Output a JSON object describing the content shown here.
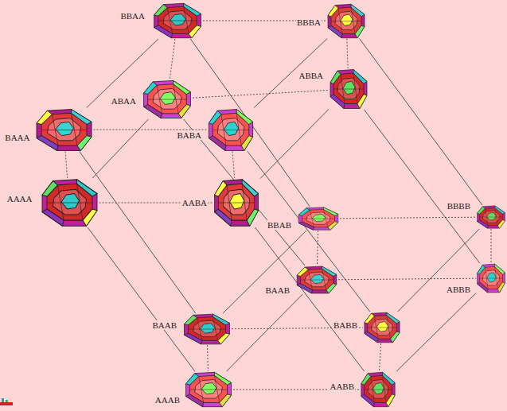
{
  "diagram": {
    "nodes": [
      {
        "text": [
          "BBAA"
        ]
      },
      {
        "text": [
          "BBBA"
        ]
      },
      {
        "text": [
          "ABAA"
        ]
      },
      {
        "text": [
          "ABBA"
        ]
      },
      {
        "text": [
          "BAAA"
        ]
      },
      {
        "text": [
          "BABA"
        ]
      },
      {
        "text": [
          "AAAA"
        ]
      },
      {
        "text": [
          "AABA"
        ]
      },
      {
        "text": [
          "BBAB"
        ]
      },
      {
        "text": [
          "BBBB"
        ]
      },
      {
        "text": [
          "BAAB"
        ]
      },
      {
        "text": [
          "ABBB"
        ]
      },
      {
        "text": [
          "BAAB"
        ]
      },
      {
        "text": [
          "BABB"
        ]
      },
      {
        "text": [
          "AAAB"
        ]
      },
      {
        "text": [
          "AABB"
        ]
      }
    ],
    "edges": [
      {
        "from": 0,
        "to": 1,
        "arrow": "none"
      },
      {
        "from": 2,
        "to": 3,
        "arrow": "none"
      },
      {
        "from": 4,
        "to": 5,
        "arrow": "none"
      },
      {
        "from": 6,
        "to": 7,
        "arrow": "none"
      },
      {
        "from": 0,
        "to": 2,
        "arrow": "none"
      },
      {
        "from": 1,
        "to": 3,
        "arrow": "none"
      },
      {
        "from": 4,
        "to": 6,
        "arrow": "none"
      },
      {
        "from": 5,
        "to": 7,
        "arrow": "none"
      },
      {
        "from": 0,
        "to": 4,
        "arrow": "none"
      },
      {
        "from": 1,
        "to": 5,
        "arrow": "none"
      },
      {
        "from": 2,
        "to": 6,
        "arrow": "none"
      },
      {
        "from": 3,
        "to": 7,
        "arrow": "none"
      },
      {
        "from": 8,
        "to": 9,
        "arrow": "none"
      },
      {
        "from": 10,
        "to": 11,
        "arrow": "none"
      },
      {
        "from": 12,
        "to": 13,
        "arrow": "none"
      },
      {
        "from": 14,
        "to": 15,
        "arrow": "none"
      },
      {
        "from": 8,
        "to": 10,
        "arrow": "none"
      },
      {
        "from": 9,
        "to": 11,
        "arrow": "none"
      },
      {
        "from": 12,
        "to": 14,
        "arrow": "none"
      },
      {
        "from": 13,
        "to": 15,
        "arrow": "none"
      },
      {
        "from": 8,
        "to": 12,
        "arrow": "none"
      },
      {
        "from": 9,
        "to": 13,
        "arrow": "none"
      },
      {
        "from": 10,
        "to": 14,
        "arrow": "none"
      },
      {
        "from": 11,
        "to": 15,
        "arrow": "none"
      },
      {
        "from": 0,
        "to": 8,
        "arrow": "none"
      },
      {
        "from": 1,
        "to": 9,
        "arrow": "none"
      },
      {
        "from": 2,
        "to": 10,
        "arrow": "none"
      },
      {
        "from": 3,
        "to": 11,
        "arrow": "none"
      },
      {
        "from": 4,
        "to": 12,
        "arrow": "none"
      },
      {
        "from": 5,
        "to": 13,
        "arrow": "none"
      },
      {
        "from": 6,
        "to": 14,
        "arrow": "none"
      },
      {
        "from": 7,
        "to": 15,
        "arrow": "none"
      }
    ]
  }
}
